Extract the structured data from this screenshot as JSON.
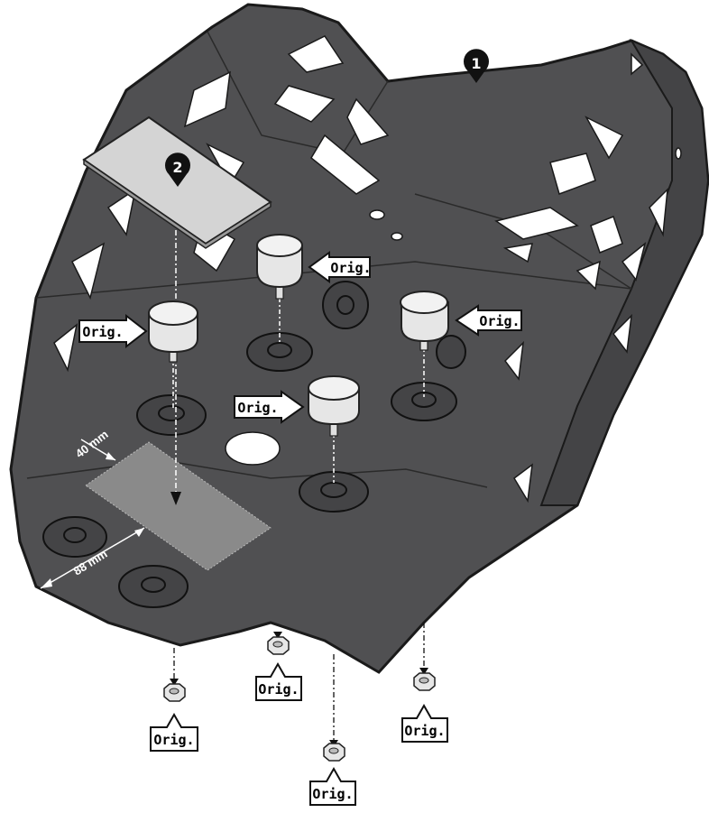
{
  "callouts": {
    "part_1": "1",
    "part_2": "2"
  },
  "labels": {
    "orig": "Orig."
  },
  "dimensions": {
    "width": "40 mm",
    "length": "88 mm"
  },
  "colors": {
    "plate": "#505052",
    "plate_edge": "#1a1a1a",
    "pad": "#cfcfcf",
    "zone": "#8a8a8a",
    "bolt": "#e0e0e0"
  }
}
